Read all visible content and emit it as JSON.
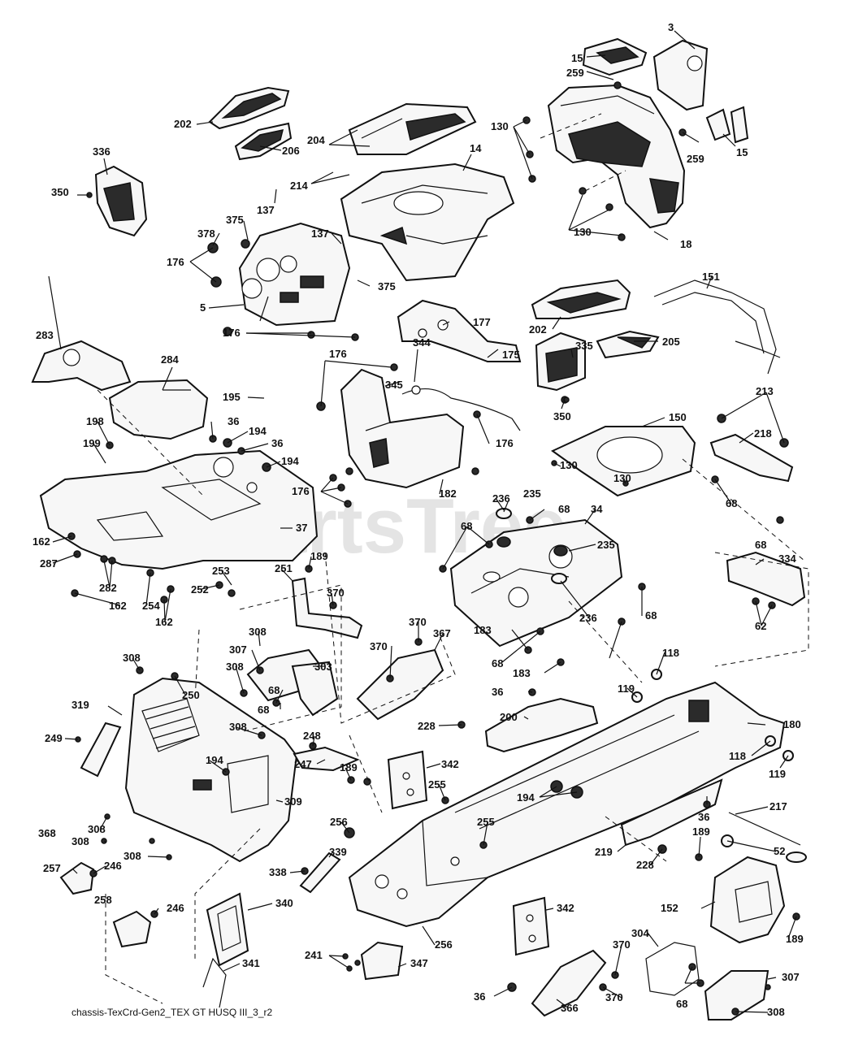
{
  "diagram": {
    "caption": "chassis-TexCrd-Gen2_TEX GT HUSQ III_3_r2",
    "watermark": "PartsTree",
    "callouts": [
      {
        "id": "c3",
        "text": "3"
      },
      {
        "id": "c15a",
        "text": "15"
      },
      {
        "id": "c259a",
        "text": "259"
      },
      {
        "id": "c202a",
        "text": "202"
      },
      {
        "id": "c204",
        "text": "204"
      },
      {
        "id": "c206",
        "text": "206"
      },
      {
        "id": "c130a",
        "text": "130"
      },
      {
        "id": "c14",
        "text": "14"
      },
      {
        "id": "c259b",
        "text": "259"
      },
      {
        "id": "c15b",
        "text": "15"
      },
      {
        "id": "c336",
        "text": "336"
      },
      {
        "id": "c214",
        "text": "214"
      },
      {
        "id": "c350a",
        "text": "350"
      },
      {
        "id": "c137a",
        "text": "137"
      },
      {
        "id": "c375a",
        "text": "375"
      },
      {
        "id": "c378",
        "text": "378"
      },
      {
        "id": "c137b",
        "text": "137"
      },
      {
        "id": "c130b",
        "text": "130"
      },
      {
        "id": "c18",
        "text": "18"
      },
      {
        "id": "c176a",
        "text": "176"
      },
      {
        "id": "c151",
        "text": "151"
      },
      {
        "id": "c375b",
        "text": "375"
      },
      {
        "id": "c5",
        "text": "5"
      },
      {
        "id": "c202b",
        "text": "202"
      },
      {
        "id": "c177",
        "text": "177"
      },
      {
        "id": "c176b",
        "text": "176"
      },
      {
        "id": "c283",
        "text": "283"
      },
      {
        "id": "c335",
        "text": "335"
      },
      {
        "id": "c205",
        "text": "205"
      },
      {
        "id": "c175",
        "text": "175"
      },
      {
        "id": "c176c",
        "text": "176"
      },
      {
        "id": "c284",
        "text": "284"
      },
      {
        "id": "c344",
        "text": "344"
      },
      {
        "id": "c345",
        "text": "345"
      },
      {
        "id": "c195",
        "text": "195"
      },
      {
        "id": "c213",
        "text": "213"
      },
      {
        "id": "c350b",
        "text": "350"
      },
      {
        "id": "c150",
        "text": "150"
      },
      {
        "id": "c198",
        "text": "198"
      },
      {
        "id": "c36a",
        "text": "36"
      },
      {
        "id": "c194a",
        "text": "194"
      },
      {
        "id": "c176d",
        "text": "176"
      },
      {
        "id": "c218",
        "text": "218"
      },
      {
        "id": "c199",
        "text": "199"
      },
      {
        "id": "c36b",
        "text": "36"
      },
      {
        "id": "c194b",
        "text": "194"
      },
      {
        "id": "c130c",
        "text": "130"
      },
      {
        "id": "c182",
        "text": "182"
      },
      {
        "id": "c176e",
        "text": "176"
      },
      {
        "id": "c130d",
        "text": "130"
      },
      {
        "id": "c236a",
        "text": "236"
      },
      {
        "id": "c235a",
        "text": "235"
      },
      {
        "id": "c68a",
        "text": "68"
      },
      {
        "id": "c68b",
        "text": "68"
      },
      {
        "id": "c68c",
        "text": "68"
      },
      {
        "id": "c34",
        "text": "34"
      },
      {
        "id": "c37",
        "text": "37"
      },
      {
        "id": "c235b",
        "text": "235"
      },
      {
        "id": "c162a",
        "text": "162"
      },
      {
        "id": "c68d",
        "text": "68"
      },
      {
        "id": "c287",
        "text": "287"
      },
      {
        "id": "c189a",
        "text": "189"
      },
      {
        "id": "c334",
        "text": "334"
      },
      {
        "id": "c251",
        "text": "251"
      },
      {
        "id": "c253",
        "text": "253"
      },
      {
        "id": "c282",
        "text": "282"
      },
      {
        "id": "c370a",
        "text": "370"
      },
      {
        "id": "c162b",
        "text": "162"
      },
      {
        "id": "c254",
        "text": "254"
      },
      {
        "id": "c252",
        "text": "252"
      },
      {
        "id": "c62",
        "text": "62"
      },
      {
        "id": "c162c",
        "text": "162"
      },
      {
        "id": "c68e",
        "text": "68"
      },
      {
        "id": "c236b",
        "text": "236"
      },
      {
        "id": "c370b",
        "text": "370"
      },
      {
        "id": "c308a",
        "text": "308"
      },
      {
        "id": "c183a",
        "text": "183"
      },
      {
        "id": "c367",
        "text": "367"
      },
      {
        "id": "c370c",
        "text": "370"
      },
      {
        "id": "c307a",
        "text": "307"
      },
      {
        "id": "c68f",
        "text": "68"
      },
      {
        "id": "c118a",
        "text": "118"
      },
      {
        "id": "c308b",
        "text": "308"
      },
      {
        "id": "c308c",
        "text": "308"
      },
      {
        "id": "c303",
        "text": "303"
      },
      {
        "id": "c183b",
        "text": "183"
      },
      {
        "id": "c119a",
        "text": "119"
      },
      {
        "id": "c68g",
        "text": "68"
      },
      {
        "id": "c36c",
        "text": "36"
      },
      {
        "id": "c250",
        "text": "250"
      },
      {
        "id": "c68h",
        "text": "68"
      },
      {
        "id": "c319",
        "text": "319"
      },
      {
        "id": "c200",
        "text": "200"
      },
      {
        "id": "c180",
        "text": "180"
      },
      {
        "id": "c308d",
        "text": "308"
      },
      {
        "id": "c248",
        "text": "248"
      },
      {
        "id": "c228a",
        "text": "228"
      },
      {
        "id": "c249",
        "text": "249"
      },
      {
        "id": "c194c",
        "text": "194"
      },
      {
        "id": "c247",
        "text": "247"
      },
      {
        "id": "c342a",
        "text": "342"
      },
      {
        "id": "c118b",
        "text": "118"
      },
      {
        "id": "c189b",
        "text": "189"
      },
      {
        "id": "c119b",
        "text": "119"
      },
      {
        "id": "c255a",
        "text": "255"
      },
      {
        "id": "c194d",
        "text": "194"
      },
      {
        "id": "c368",
        "text": "368"
      },
      {
        "id": "c309",
        "text": "309"
      },
      {
        "id": "c36d",
        "text": "36"
      },
      {
        "id": "c217",
        "text": "217"
      },
      {
        "id": "c256a",
        "text": "256"
      },
      {
        "id": "c255b",
        "text": "255"
      },
      {
        "id": "c308e",
        "text": "308"
      },
      {
        "id": "c189c",
        "text": "189"
      },
      {
        "id": "c308f",
        "text": "308"
      },
      {
        "id": "c219",
        "text": "219"
      },
      {
        "id": "c228b",
        "text": "228"
      },
      {
        "id": "c52",
        "text": "52"
      },
      {
        "id": "c339",
        "text": "339"
      },
      {
        "id": "c308g",
        "text": "308"
      },
      {
        "id": "c246a",
        "text": "246"
      },
      {
        "id": "c257",
        "text": "257"
      },
      {
        "id": "c338",
        "text": "338"
      },
      {
        "id": "c258",
        "text": "258"
      },
      {
        "id": "c246b",
        "text": "246"
      },
      {
        "id": "c342b",
        "text": "342"
      },
      {
        "id": "c152",
        "text": "152"
      },
      {
        "id": "c340",
        "text": "340"
      },
      {
        "id": "c256b",
        "text": "256"
      },
      {
        "id": "c189d",
        "text": "189"
      },
      {
        "id": "c304",
        "text": "304"
      },
      {
        "id": "c370d",
        "text": "370"
      },
      {
        "id": "c241",
        "text": "241"
      },
      {
        "id": "c347",
        "text": "347"
      },
      {
        "id": "c341",
        "text": "341"
      },
      {
        "id": "c307b",
        "text": "307"
      },
      {
        "id": "c370e",
        "text": "370"
      },
      {
        "id": "c36e",
        "text": "36"
      },
      {
        "id": "c68i",
        "text": "68"
      },
      {
        "id": "c366",
        "text": "366"
      },
      {
        "id": "c308h",
        "text": "308"
      }
    ]
  }
}
